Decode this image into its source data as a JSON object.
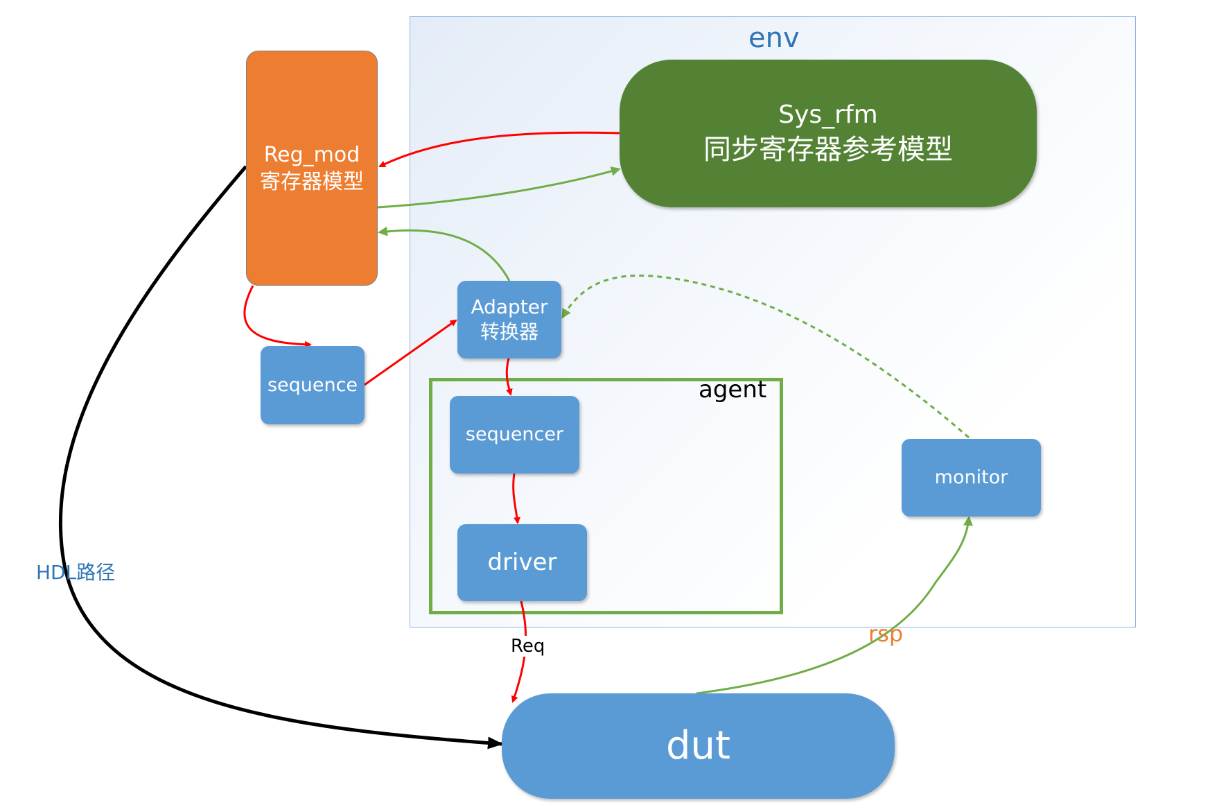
{
  "env": {
    "label": "env"
  },
  "agent": {
    "label": "agent"
  },
  "reg_mod": {
    "line1": "Reg_mod",
    "line2": "寄存器模型"
  },
  "sys_rfm": {
    "line1": "Sys_rfm",
    "line2": "同步寄存器参考模型"
  },
  "adapter": {
    "line1": "Adapter",
    "line2": "转换器"
  },
  "sequence": {
    "label": "sequence"
  },
  "sequencer": {
    "label": "sequencer"
  },
  "driver": {
    "label": "driver"
  },
  "monitor": {
    "label": "monitor"
  },
  "dut": {
    "label": "dut"
  },
  "edges": {
    "hdl_path": "HDL路径",
    "req": "Req",
    "rsp": "rsp"
  },
  "colors": {
    "red_arrow": "#ff0000",
    "green_arrow": "#70ad47",
    "black_arrow": "#000000",
    "blue_node": "#5b9bd5",
    "orange_node": "#ed7d31",
    "green_node": "#548235"
  }
}
